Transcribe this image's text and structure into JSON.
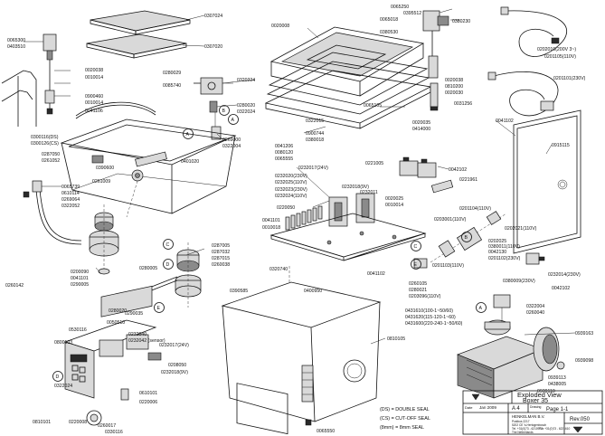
{
  "diagram": {
    "labels": [
      "0065300",
      "0403510",
      "0307024",
      "0307020",
      "0020038",
      "0010014",
      "0900460",
      "0010014",
      "0041106",
      "0280029",
      "0085740",
      "0320224",
      "0280020",
      "0322024",
      "0269000",
      "0322004",
      "0401020",
      "0300116(DS)",
      "0300126(CS)",
      "0287050",
      "0261052",
      "0390600",
      "0261009",
      "0065739",
      "0610114",
      "0269064",
      "0322052",
      "0020008",
      "0065250",
      "0395512",
      "0065018",
      "0380530",
      "0380230",
      "0020038",
      "0810200",
      "0020030",
      "0031256",
      "0065105",
      "0322015",
      "0900744",
      "0380018",
      "0041206",
      "0080120",
      "0065555",
      "0020035",
      "0414000",
      "0221005",
      "0042102",
      "0221961",
      "0232017(24V)",
      "0232020(230V)",
      "0232025(110V)",
      "0232018(9V)",
      "0232023(230V)",
      "0232024(110V)",
      "0232011",
      "0020025",
      "0010014",
      "0220050",
      "0041101",
      "0010018",
      "0287005",
      "0287032",
      "0287015",
      "0260038",
      "0280005",
      "0200090",
      "0041101",
      "0290005",
      "0260142",
      "0320740",
      "0390585",
      "0400950",
      "0041102",
      "0201104(110V)",
      "0203001(110V)",
      "0202021(110V)",
      "0202025",
      "0380011(110V)",
      "0042130",
      "0201102(230V)",
      "0201103(110V)",
      "0232014(230V)",
      "0380009(230V)",
      "0042102",
      "0260105",
      "0280021",
      "0203096(110V)",
      "0280020",
      "0050510",
      "0290035",
      "0232040",
      "0232042 (sensor)",
      "0530116",
      "0800103",
      "0232017(24V)",
      "0208050",
      "0232018(9V)",
      "0322024",
      "0610101",
      "0220008",
      "0260017",
      "0330116",
      "0810101",
      "0220006",
      "0322004",
      "0260040",
      "0939163",
      "0939098",
      "0939113",
      "0438005",
      "0939110",
      "0810105",
      "0065550",
      "0202010(200V 3~)",
      "0201105(110V)",
      "0201101(230V)",
      "0041102",
      "0915115",
      "0431610(100-1~50/60)",
      "0431620(115-120-1~60)",
      "0431600(220-240-1~50/60)"
    ],
    "circle_refs": [
      "A",
      "B",
      "C",
      "D",
      "E",
      "A",
      "B",
      "C",
      "D",
      "E",
      "A"
    ],
    "notes": [
      "(DS) = DOUBLE SEAL",
      "(CS) = CUT-OFF SEAL",
      "(8mm) = 8mm SEAL"
    ]
  },
  "title_block": {
    "title": "Exploded View",
    "subtitle": "Boxer 35",
    "date_label": "Date",
    "date_value": "Jan 2009",
    "size_label": "A 4",
    "drawing_label": "Drawing",
    "page": "Page 1-1",
    "rev": "Rev.050",
    "company": "HENKELMAN B.V.",
    "address_lines": [
      "Postbus 2217",
      "5202 CE 's-Hertogenbosch",
      "Tel. +31(0)73 - 6210977",
      "Fax +31(0)73 - 6221610",
      "The Netherlands"
    ]
  }
}
